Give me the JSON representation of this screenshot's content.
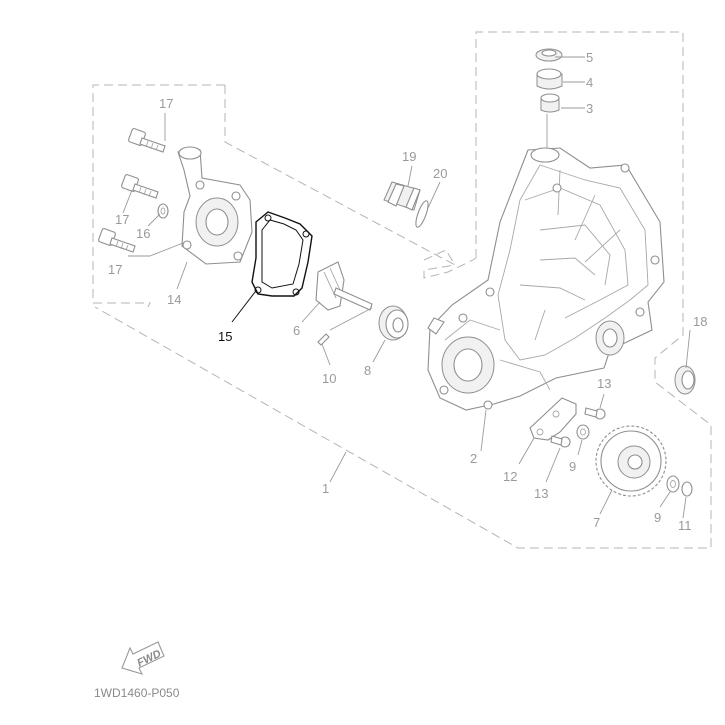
{
  "diagram": {
    "code": "1WD1460-P050",
    "fwd_label": "FWD",
    "highlight_color": "#111111",
    "line_color": "#9a9a9a",
    "labels": {
      "p1": "1",
      "p2": "2",
      "p3": "3",
      "p4": "4",
      "p5": "5",
      "p6": "6",
      "p7": "7",
      "p8": "8",
      "p9a": "9",
      "p9b": "9",
      "p10": "10",
      "p11": "11",
      "p12": "12",
      "p13a": "13",
      "p13b": "13",
      "p14": "14",
      "p15": "15",
      "p16": "16",
      "p17a": "17",
      "p17b": "17",
      "p17c": "17",
      "p18": "18",
      "p19": "19",
      "p20": "20"
    }
  }
}
